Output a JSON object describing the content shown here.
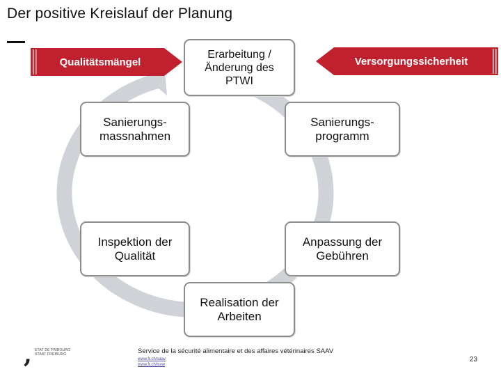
{
  "title": "Der positive Kreislauf der Planung",
  "boxes": {
    "top": "Erarbeitung /\nÄnderung des\nPTWI",
    "upper_left": "Sanierungs-\nmassnahmen",
    "upper_right": "Sanierungs-\nprogramm",
    "lower_left": "Inspektion der\nQualität",
    "lower_right": "Anpassung der\nGebühren",
    "bottom": "Realisation der\nArbeiten"
  },
  "arrows": {
    "left": "Qualitätsmängel",
    "right": "Versorgungssicherheit"
  },
  "colors": {
    "arrow_red": "#c1212e",
    "cycle_gray": "#cfd3d8",
    "box_border": "#8c8c8c"
  },
  "footer": {
    "logo_lines": [
      "ETAT DE FRIBOURG",
      "STAAT FREIBURG"
    ],
    "service": "Service de la sécurité alimentaire et des affaires vétérinaires SAAV",
    "url_1": "www.fr.ch/saav",
    "url_2": "www.fr.ch/lsvw",
    "page_number": "23"
  }
}
